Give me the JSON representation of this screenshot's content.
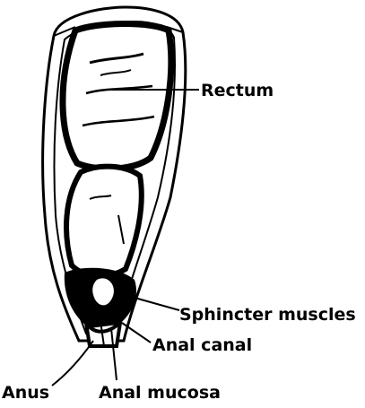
{
  "diagram": {
    "labels": {
      "rectum": "Rectum",
      "sphincter_muscles": "Sphincter muscles",
      "anal_canal": "Anal canal",
      "anus": "Anus",
      "anal_mucosa": "Anal mucosa"
    },
    "colors": {
      "ink": "#000000",
      "paper": "#ffffff"
    }
  }
}
